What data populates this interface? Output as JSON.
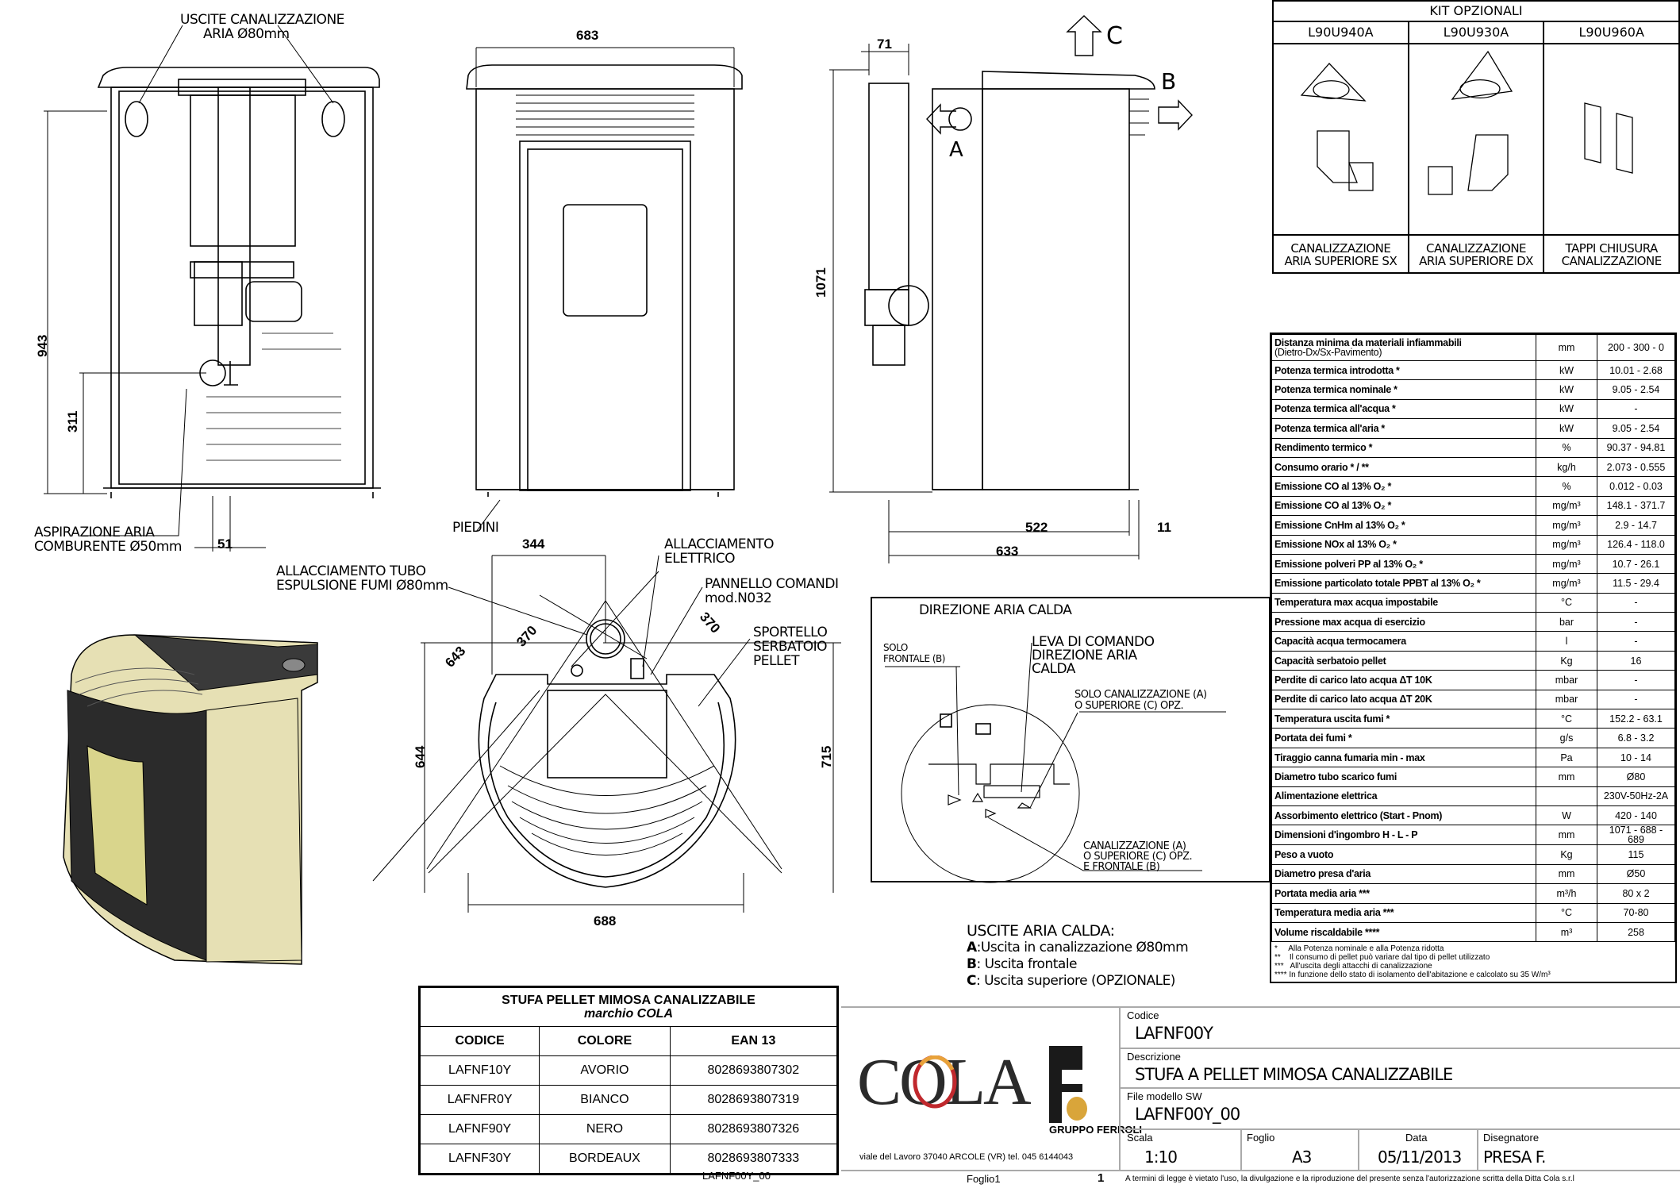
{
  "rear_view": {
    "label_uscite_1": "USCITE CANALIZZAZIONE",
    "label_uscite_2": "ARIA Ø80mm",
    "dim_height": "943",
    "dim_intake_height": "311",
    "dim_intake_offset": "51",
    "label_aspirazione_1": "ASPIRAZIONE ARIA",
    "label_aspirazione_2": "COMBURENTE Ø50mm"
  },
  "front_view": {
    "dim_width": "683",
    "label_piedini": "PIEDINI"
  },
  "side_view": {
    "dim_height": "1071",
    "dim_pipe": "71",
    "dim_depth_inner": "522",
    "dim_depth": "633",
    "dim_foot": "11",
    "arrow_a": "A",
    "arrow_b": "B",
    "arrow_c": "C"
  },
  "top_view": {
    "dim_344": "344",
    "dim_370_left": "370",
    "dim_370_right": "370",
    "dim_643": "643",
    "dim_644": "644",
    "dim_715": "715",
    "dim_688": "688",
    "label_tubo_1": "ALLACCIAMENTO TUBO",
    "label_tubo_2": "ESPULSIONE FUMI Ø80mm",
    "label_elettrico_1": "ALLACCIAMENTO",
    "label_elettrico_2": "ELETTRICO",
    "label_pannello_1": "PANNELLO COMANDI",
    "label_pannello_2": "mod.N032",
    "label_sportello_1": "SPORTELLO",
    "label_sportello_2": "SERBATOIO",
    "label_sportello_3": "PELLET"
  },
  "air_direction": {
    "title": "DIREZIONE ARIA CALDA",
    "solo_frontale_1": "SOLO",
    "solo_frontale_2": "FRONTALE (B)",
    "leva_1": "LEVA DI COMANDO",
    "leva_2": "DIREZIONE ARIA",
    "leva_3": "CALDA",
    "solo_canal_1": "SOLO CANALIZZAZIONE (A)",
    "solo_canal_2": "O SUPERIORE (C) OPZ.",
    "canal_1": "CANALIZZAZIONE (A)",
    "canal_2": "O SUPERIORE (C) OPZ.",
    "canal_3": "E FRONTALE (B)"
  },
  "air_outlets": {
    "title": "USCITE ARIA CALDA:",
    "a_key": "A",
    "a_text": ":Uscita in canalizzazione Ø80mm",
    "b_key": "B",
    "b_text": ": Uscita frontale",
    "c_key": "C",
    "c_text": ": Uscita superiore (OPZIONALE)"
  },
  "kit": {
    "title": "KIT OPZIONALI",
    "items": [
      {
        "code": "L90U940A",
        "desc1": "CANALIZZAZIONE",
        "desc2": "ARIA SUPERIORE SX"
      },
      {
        "code": "L90U930A",
        "desc1": "CANALIZZAZIONE",
        "desc2": "ARIA SUPERIORE DX"
      },
      {
        "code": "L90U960A",
        "desc1": "TAPPI CHIUSURA",
        "desc2": "CANALIZZAZIONE"
      }
    ]
  },
  "specs": {
    "rows": [
      {
        "label": "Distanza minima da materiali infiammabili",
        "label2": "(Dietro-Dx/Sx-Pavimento)",
        "unit": "mm",
        "value": "200 - 300 - 0"
      },
      {
        "label": "Potenza termica introdotta *",
        "unit": "kW",
        "value": "10.01 - 2.68"
      },
      {
        "label": "Potenza termica nominale *",
        "unit": "kW",
        "value": "9.05 - 2.54"
      },
      {
        "label": "Potenza termica all'acqua *",
        "unit": "kW",
        "value": "-"
      },
      {
        "label": "Potenza termica all'aria *",
        "unit": "kW",
        "value": "9.05 - 2.54"
      },
      {
        "label": "Rendimento termico *",
        "unit": "%",
        "value": "90.37 - 94.81"
      },
      {
        "label": "Consumo orario * / **",
        "unit": "kg/h",
        "value": "2.073 - 0.555"
      },
      {
        "label": "Emissione CO al 13% O₂ *",
        "unit": "%",
        "value": "0.012 - 0.03"
      },
      {
        "label": "Emissione CO al 13% O₂ *",
        "unit": "mg/m³",
        "value": "148.1 - 371.7"
      },
      {
        "label": "Emissione CnHm al 13% O₂ *",
        "unit": "mg/m³",
        "value": "2.9 - 14.7"
      },
      {
        "label": "Emissione NOx al 13% O₂ *",
        "unit": "mg/m³",
        "value": "126.4 - 118.0"
      },
      {
        "label": "Emissione polveri PP al 13% O₂ *",
        "unit": "mg/m³",
        "value": "10.7 - 26.1"
      },
      {
        "label": "Emissione particolato totale PPBT al 13% O₂ *",
        "unit": "mg/m³",
        "value": "11.5 - 29.4"
      },
      {
        "label": "Temperatura max acqua impostabile",
        "unit": "°C",
        "value": "-"
      },
      {
        "label": "Pressione max acqua di esercizio",
        "unit": "bar",
        "value": "-"
      },
      {
        "label": "Capacità acqua termocamera",
        "unit": "l",
        "value": "-"
      },
      {
        "label": "Capacità serbatoio pellet",
        "unit": "Kg",
        "value": "16"
      },
      {
        "label": "Perdite di carico lato acqua ΔT 10K",
        "unit": "mbar",
        "value": "-"
      },
      {
        "label": "Perdite di carico lato acqua ΔT 20K",
        "unit": "mbar",
        "value": "-"
      },
      {
        "label": "Temperatura uscita fumi *",
        "unit": "°C",
        "value": "152.2 - 63.1"
      },
      {
        "label": "Portata dei fumi *",
        "unit": "g/s",
        "value": "6.8 - 3.2"
      },
      {
        "label": "Tiraggio canna fumaria min - max",
        "unit": "Pa",
        "value": "10 - 14"
      },
      {
        "label": "Diametro tubo scarico fumi",
        "unit": "mm",
        "value": "Ø80"
      },
      {
        "label": "Alimentazione elettrica",
        "unit": "",
        "value": "230V-50Hz-2A"
      },
      {
        "label": "Assorbimento elettrico (Start - Pnom)",
        "unit": "W",
        "value": "420 - 140"
      },
      {
        "label": "Dimensioni d'ingombro H - L - P",
        "unit": "mm",
        "value": "1071 - 688 - 689"
      },
      {
        "label": "Peso a vuoto",
        "unit": "Kg",
        "value": "115"
      },
      {
        "label": "Diametro presa d'aria",
        "unit": "mm",
        "value": "Ø50"
      },
      {
        "label": "Portata media aria ***",
        "unit": "m³/h",
        "value": "80 x 2"
      },
      {
        "label": "Temperatura media aria ***",
        "unit": "°C",
        "value": "70-80"
      },
      {
        "label": "Volume riscaldabile ****",
        "unit": "m³",
        "value": "258"
      }
    ],
    "notes": [
      "*     Alla Potenza nominale e alla Potenza ridotta",
      "**    Il consumo di pellet può variare dal tipo di pellet utilizzato",
      "***   All'uscita degli attacchi di canalizzazione",
      "**** In funzione dello stato di isolamento dell'abitazione e calcolato su 35 W/m³"
    ]
  },
  "codes": {
    "title": "STUFA PELLET MIMOSA CANALIZZABILE",
    "subtitle": "marchio  COLA",
    "headers": [
      "CODICE",
      "COLORE",
      "EAN 13"
    ],
    "rows": [
      [
        "LAFNF10Y",
        "AVORIO",
        "8028693807302"
      ],
      [
        "LAFNFR0Y",
        "BIANCO",
        "8028693807319"
      ],
      [
        "LAFNF90Y",
        "NERO",
        "8028693807326"
      ],
      [
        "LAFNF30Y",
        "BORDEAUX",
        "8028693807333"
      ]
    ],
    "file_ref": "LAFNF00Y_00"
  },
  "title_block": {
    "logo_cola": "COLA",
    "logo_ferroli": "GRUPPO FERROLI",
    "address": "viale del Lavoro 37040  ARCOLE (VR) tel. 045 6144043",
    "codice_label": "Codice",
    "codice": "LAFNF00Y",
    "descrizione_label": "Descrizione",
    "descrizione": "STUFA A PELLET MIMOSA CANALIZZABILE",
    "file_label": "File modello SW",
    "file": "LAFNF00Y_00",
    "scala_label": "Scala",
    "scala": "1:10",
    "foglio_label": "Foglio",
    "foglio": "A3",
    "data_label": "Data",
    "data": "05/11/2013",
    "disegnatore_label": "Disegnatore",
    "disegnatore": "PRESA F.",
    "sheet_name": "Foglio1",
    "sheet_num": "1",
    "legal": "A termini di legge è vietato l'uso, la divulgazione e la riproduzione del presente senza l'autorizzazione scritta della Ditta Cola s.r.l"
  },
  "colors": {
    "body_cream": "#e6e0b4",
    "body_dark": "#2b2b2b",
    "window": "#d9d58c",
    "cola_red": "#c0282d",
    "cola_orange": "#e8a23a"
  }
}
